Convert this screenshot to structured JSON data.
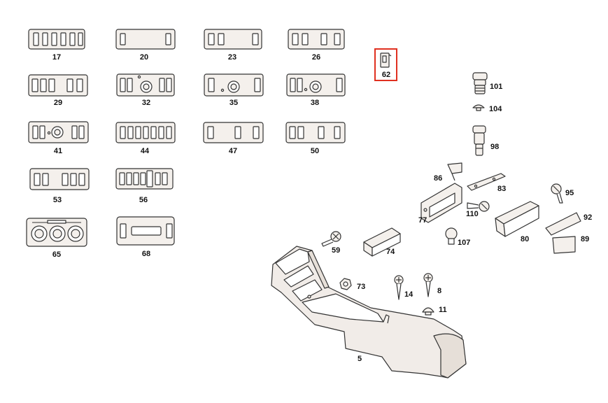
{
  "parts": {
    "p17": "17",
    "p20": "20",
    "p23": "23",
    "p26": "26",
    "p29": "29",
    "p32": "32",
    "p35": "35",
    "p38": "38",
    "p41": "41",
    "p44": "44",
    "p47": "47",
    "p50": "50",
    "p53": "53",
    "p56": "56",
    "p65": "65",
    "p68": "68",
    "p62": "62",
    "p101": "101",
    "p104": "104",
    "p98": "98",
    "p86": "86",
    "p83": "83",
    "p95": "95",
    "p77": "77",
    "p110": "110",
    "p80": "80",
    "p92": "92",
    "p89": "89",
    "p107": "107",
    "p59": "59",
    "p74": "74",
    "p73": "73",
    "p14": "14",
    "p8": "8",
    "p11": "11",
    "p5": "5"
  },
  "highlight": {
    "part": "62",
    "color": "#e03020"
  },
  "colors": {
    "line": "#333333",
    "fill": "#f4f0ec",
    "console": "#f1ece8"
  }
}
